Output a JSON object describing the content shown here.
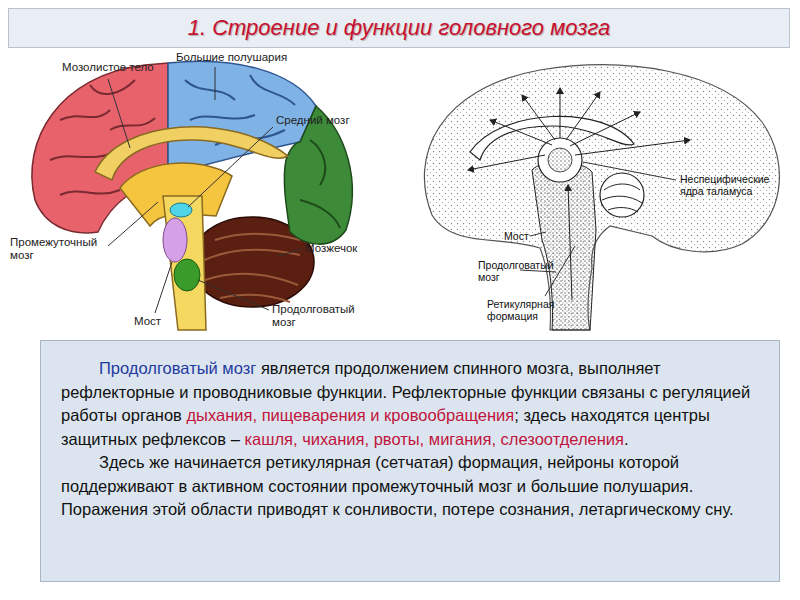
{
  "diagram": {
    "title": "1. Строение и функции головного мозга",
    "nodes": [
      {
        "text": [
          "Продолговатый мозг",
          "является продолжением спинного мозга, выполняет рефлекторные и проводниковые функции. Рефлекторные функции связаны с регуляцией работы органов",
          "дыхания, пищеварения и кровообращения",
          "; здесь находятся центры защитных рефлексов –",
          "кашля, чихания, рвоты, мигания, слезоотделения",
          ".",
          "Здесь же начинается ретикулярная (сетчатая) формация, нейроны которой поддерживают в активном состоянии промежуточный мозг и большие полушария. Поражения этой области приводят к сонливости, потере сознания, летаргическому сну."
        ]
      }
    ],
    "labels": [
      "Мозолистое тело",
      "Большие полушария",
      "Средний мозг",
      "Промежуточный мозг",
      "Мозжечок",
      "Мост",
      "Продолговатый мозг",
      "Неспецифические ядра таламуса",
      "Мост",
      "Продолговатый мозг",
      "Ретикулярная формация"
    ]
  }
}
